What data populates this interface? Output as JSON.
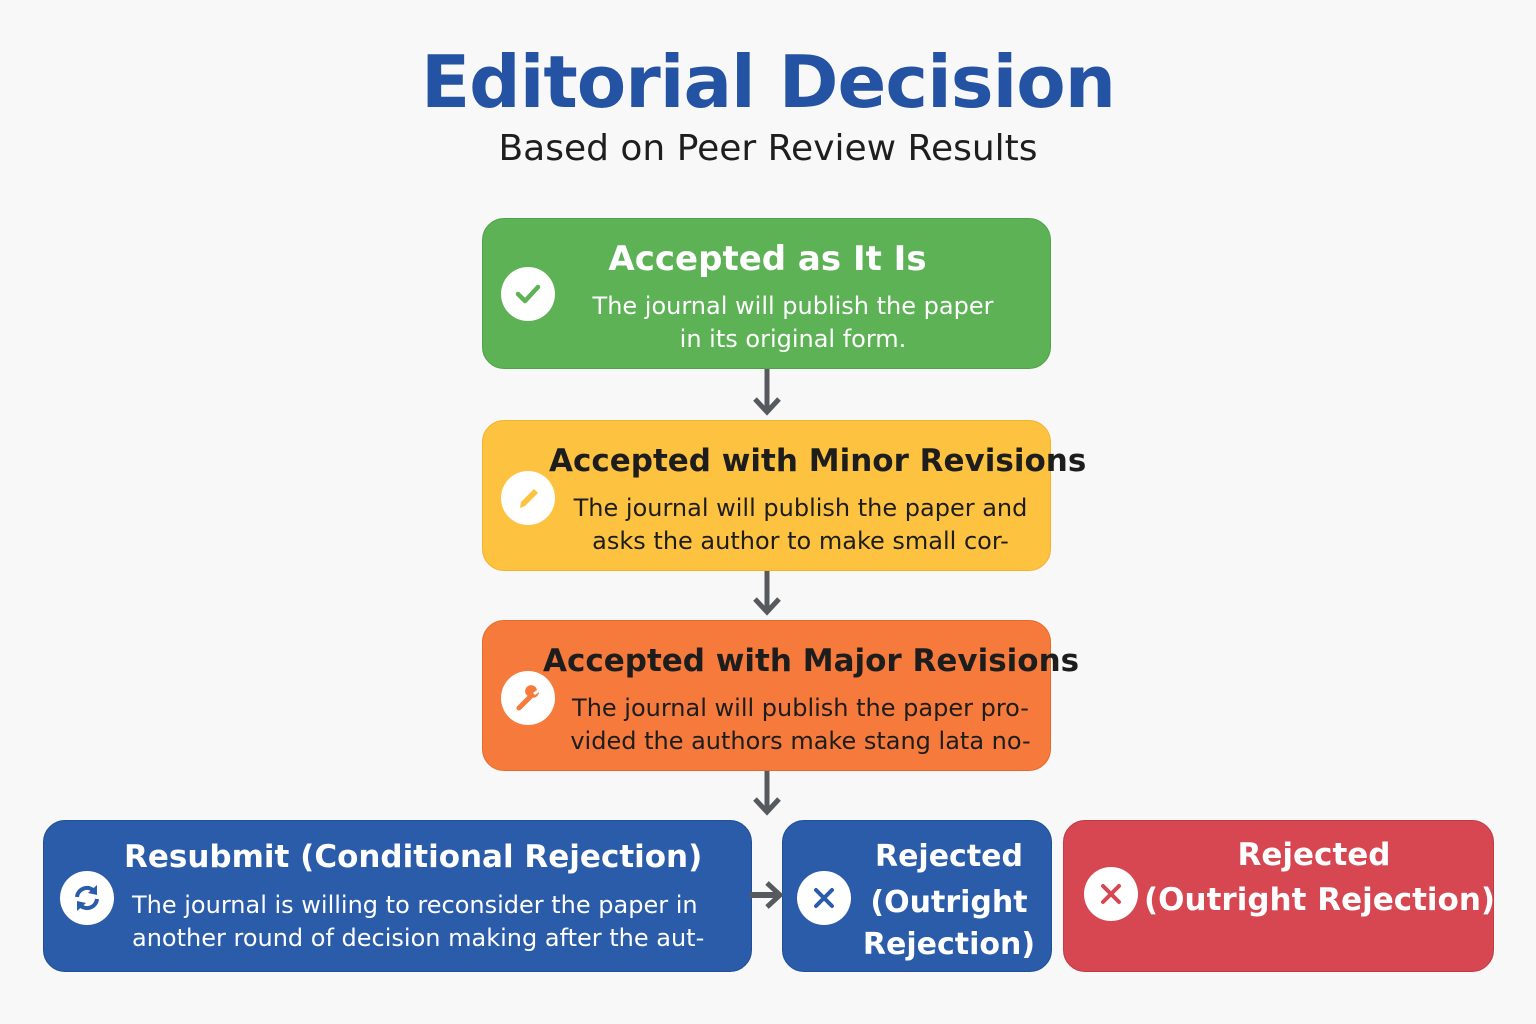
{
  "header": {
    "title": "Editorial Decision",
    "subtitle": "Based on Peer Review Results"
  },
  "colors": {
    "title": "#2453a3",
    "accepted": "#5db256",
    "minor": "#fdc23f",
    "major": "#f57a3c",
    "resubmit": "#2a5caa",
    "rejected_blue": "#2a5caa",
    "rejected_red": "#d64751",
    "arrow": "#565a5e"
  },
  "decisions": {
    "accepted": {
      "icon": "checkmark-icon",
      "title": "Accepted as It Is",
      "desc_line1": "The journal will publish the paper",
      "desc_line2": "in its original form."
    },
    "minor": {
      "icon": "pencil-icon",
      "title": "Accepted with Minor Revisions",
      "desc_line1": "The journal will publish the paper and",
      "desc_line2": "asks the author to make small cor-"
    },
    "major": {
      "icon": "wrench-icon",
      "title": "Accepted with Major Revisions",
      "desc_line1": "The journal will publish the paper pro-",
      "desc_line2": "vided the authors make stang lata no-"
    },
    "resubmit": {
      "icon": "refresh-icon",
      "title": "Resubmit (Conditional Rejection)",
      "desc_line1": "The journal is willing to reconsider the paper in",
      "desc_line2": "another round of decision making after the aut-"
    },
    "rejected_blue": {
      "icon": "x-circle-icon",
      "title_line1": "Rejected",
      "title_line2": "(Outright",
      "title_line3": "Rejection)"
    },
    "rejected_red": {
      "icon": "x-circle-icon",
      "title_line1": "Rejected",
      "title_line2": "(Outright Rejection)"
    }
  }
}
